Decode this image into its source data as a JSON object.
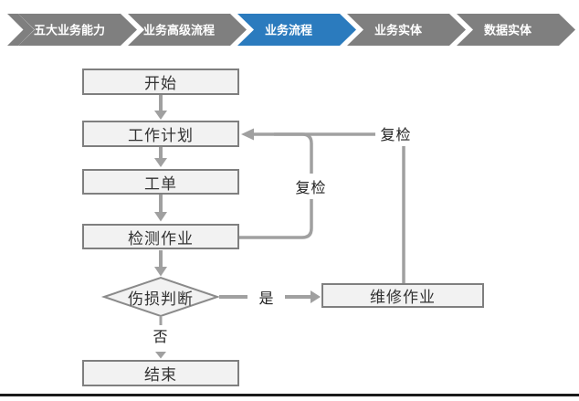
{
  "colors": {
    "accent": "#2b7bbe",
    "chevron": "#7f7f7f",
    "box_fill": "#f2f2f2",
    "box_border": "#7f7f7f",
    "connector": "#a0a0a0",
    "rule": "#1a1a1a",
    "text": "#333333"
  },
  "breadcrumb": {
    "items": [
      {
        "label": "五大业务能力",
        "active": false
      },
      {
        "label": "业务高级流程",
        "active": false
      },
      {
        "label": "业务流程",
        "active": true
      },
      {
        "label": "业务实体",
        "active": false
      },
      {
        "label": "数据实体",
        "active": false
      }
    ]
  },
  "flowchart": {
    "nodes": {
      "start": "开始",
      "work_plan": "工作计划",
      "work_order": "工单",
      "inspection": "检测作业",
      "damage_decision": "伤损判断",
      "repair": "维修作业",
      "end": "结束"
    },
    "edge_labels": {
      "yes": "是",
      "no": "否",
      "recheck_inner": "复检",
      "recheck_outer": "复检"
    }
  }
}
